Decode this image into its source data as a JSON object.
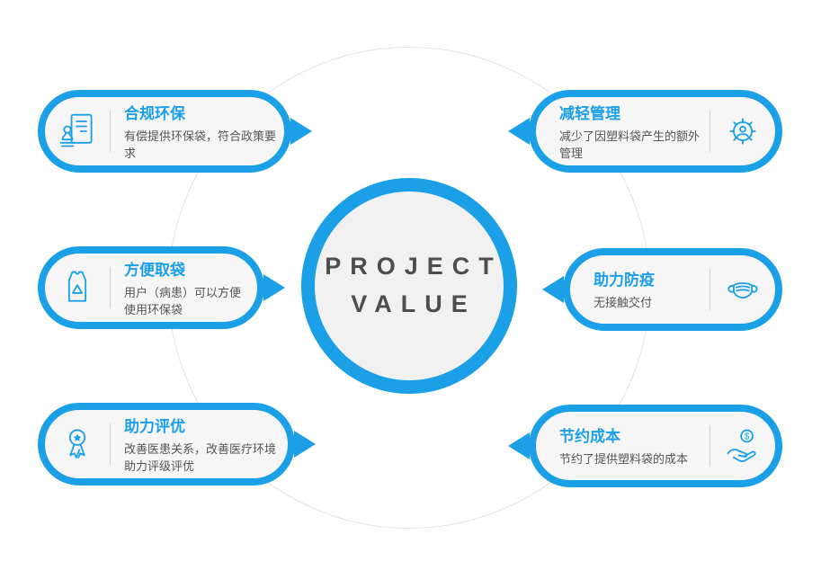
{
  "center": {
    "line1": "PROJECT",
    "line2": "VALUE"
  },
  "cards": [
    {
      "title": "合规环保",
      "desc": "有偿提供环保袋，符合政策要求",
      "icon": "stamp-icon",
      "side": "left"
    },
    {
      "title": "方便取袋",
      "desc": "用户（病患）可以方便使用环保袋",
      "icon": "bag-recycle-icon",
      "side": "left"
    },
    {
      "title": "助力评优",
      "desc": "改善医患关系，改善医疗环境助力评级评优",
      "icon": "medal-icon",
      "side": "left"
    },
    {
      "title": "减轻管理",
      "desc": "减少了因塑料袋产生的额外管理",
      "icon": "gear-user-icon",
      "side": "right"
    },
    {
      "title": "助力防疫",
      "desc": "无接触交付",
      "icon": "mask-icon",
      "side": "right"
    },
    {
      "title": "节约成本",
      "desc": "节约了提供塑料袋的成本",
      "icon": "hand-coin-icon",
      "side": "right"
    }
  ],
  "colors": {
    "accent": "#1ba0e8",
    "title_text": "#1b9fe8",
    "body_text": "#555555",
    "pill_fill": "#f6f6f6",
    "center_fill": "#f1f1f1",
    "center_text": "#4d4d4d",
    "ring_stroke": "#e3e3e3"
  }
}
